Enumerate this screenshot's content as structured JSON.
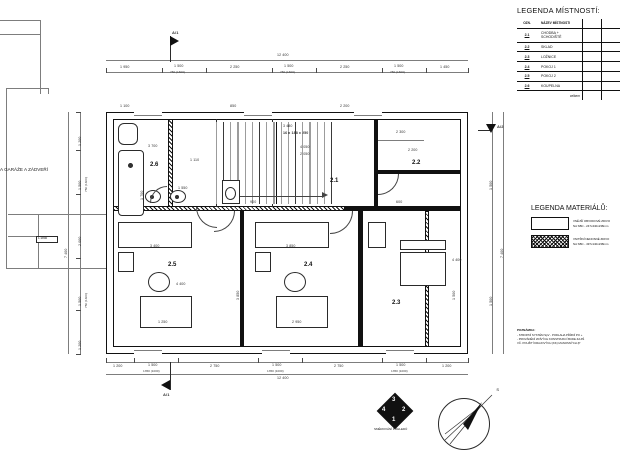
{
  "sheet": {
    "overall_width": "12 400",
    "overall_height": "7 400"
  },
  "legend_rooms": {
    "title": "LEGENDA MÍSTNOSTÍ:",
    "columns": [
      "OZN.",
      "NÁZEV MÍSTNOSTI",
      "",
      ""
    ],
    "rows": [
      {
        "code": "2.1",
        "name": "CHODBA + SCHODIŠTĚ"
      },
      {
        "code": "2.2",
        "name": "SKLAD"
      },
      {
        "code": "2.3",
        "name": "LOŽNICE"
      },
      {
        "code": "2.4",
        "name": "POKOJ 1"
      },
      {
        "code": "2.5",
        "name": "POKOJ 2"
      },
      {
        "code": "2.6",
        "name": "KOUPELNA"
      }
    ],
    "total_label": "celkem"
  },
  "legend_materials": {
    "title": "LEGENDA MATERIÁLŮ:",
    "items": [
      {
        "swatch": "outline",
        "line1": "VNĚJŠÍ OBVODOVÉ ZDIVO",
        "line2": "NA SBC - 247x440x238mm"
      },
      {
        "swatch": "hatched",
        "line1": "VNITŘNÍ NENOSNÉ ZDIVO",
        "line2": "NA SBC - 497x140x238mm"
      }
    ]
  },
  "note": {
    "title": "POZNÁMKA:",
    "lines": [
      "- STROPNÍ SYSTÉM SpV - PODLAHA PŘÍZNÍ PO +",
      "- PROVÁDĚNÍ ZDÍVÝCH KONSTRUKCÍ BUDE ZAJIŠ",
      "  VČ. POUŽITÍ KRAJOVÝCH (KK) IZANOSNÝCH (P"
    ]
  },
  "labels": {
    "garage": "A GARÁŽE A ZÁDVEŘÍ",
    "section_top": "A/1",
    "section_bottom": "A/1",
    "section_right": "A/2",
    "stair_note": "16 x 188 x 250",
    "stair_dim": "3 480",
    "view_marker_label": "SMĚROVÁNÍ POHLEDŮ",
    "view_numbers": [
      "1",
      "2",
      "3",
      "4"
    ],
    "north": "S"
  },
  "room_tags": [
    "2.1",
    "2.2",
    "2.3",
    "2.4",
    "2.5",
    "2.6"
  ],
  "dims_top_overall": "12 400",
  "dims_top": [
    {
      "main": "1 950",
      "sub": ""
    },
    {
      "main": "1 500",
      "sub": "750 (1600)"
    },
    {
      "main": "2 250",
      "sub": ""
    },
    {
      "main": "1 500",
      "sub": "750 (1600)"
    },
    {
      "main": "2 250",
      "sub": ""
    },
    {
      "main": "1 500",
      "sub": "750 (1600)"
    },
    {
      "main": "1 450",
      "sub": ""
    }
  ],
  "dims_bottom_overall": "12 400",
  "dims_bottom": [
    {
      "main": "1 200",
      "sub": ""
    },
    {
      "main": "1 500",
      "sub": "1350 (1000)"
    },
    {
      "main": "2 750",
      "sub": ""
    },
    {
      "main": "1 500",
      "sub": "1350 (1000)"
    },
    {
      "main": "2 750",
      "sub": ""
    },
    {
      "main": "1 500",
      "sub": "1350 (1000)"
    },
    {
      "main": "1 200",
      "sub": ""
    }
  ],
  "dims_left_overall": "7 400",
  "dims_left": [
    {
      "main": "1 200",
      "sub": ""
    },
    {
      "main": "1 500",
      "sub": "750 (1600)"
    },
    {
      "main": "2 000",
      "sub": ""
    },
    {
      "main": "1 500",
      "sub": "750 (1600)"
    },
    {
      "main": "1 200",
      "sub": ""
    }
  ],
  "dims_right_overall": "7 400",
  "interior_dims": [
    "3 700",
    "1 700",
    "1 550",
    "1 110",
    "1 700",
    "1 450",
    "2 300",
    "2 200",
    "4 050",
    "2 050",
    "1 500",
    "1 250",
    "3 400",
    "3 850",
    "2 950",
    "4 400",
    "1 550",
    "600",
    "900",
    "450",
    "1 100",
    "850",
    "2 200"
  ],
  "chart_data": {
    "type": "table",
    "title": "LEGENDA MÍSTNOSTÍ:",
    "columns": [
      "OZN.",
      "NÁZEV MÍSTNOSTI"
    ],
    "rows": [
      [
        "2.1",
        "CHODBA + SCHODIŠTĚ"
      ],
      [
        "2.2",
        "SKLAD"
      ],
      [
        "2.3",
        "LOŽNICE"
      ],
      [
        "2.4",
        "POKOJ 1"
      ],
      [
        "2.5",
        "POKOJ 2"
      ],
      [
        "2.6",
        "KOUPELNA"
      ]
    ]
  }
}
